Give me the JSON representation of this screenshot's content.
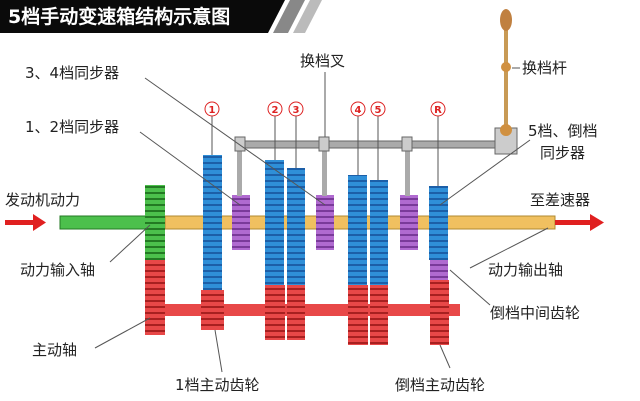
{
  "title": "5档手动变速箱结构示意图",
  "labels": {
    "sync34": "3、4档同步器",
    "shift_fork": "换档叉",
    "shift_lever": "换档杆",
    "sync12": "1、2档同步器",
    "sync5r_line1": "5档、倒档",
    "sync5r_line2": "同步器",
    "engine_power": "发动机动力",
    "to_differential": "至差速器",
    "input_shaft": "动力输入轴",
    "output_shaft": "动力输出轴",
    "reverse_idler": "倒档中间齿轮",
    "drive_shaft": "主动轴",
    "first_drive_gear": "1档主动齿轮",
    "reverse_drive_gear": "倒档主动齿轮"
  },
  "gear_markers": [
    "1",
    "2",
    "3",
    "4",
    "5",
    "R"
  ],
  "colors": {
    "title_bg": "#0a0a0a",
    "blue_gear": "#2f8fd8",
    "red_gear": "#e03a3a",
    "purple_sync": "#9b4fc0",
    "green": "#3aa53a",
    "output_shaft": "#f0c060",
    "arrow": "#e02020"
  }
}
